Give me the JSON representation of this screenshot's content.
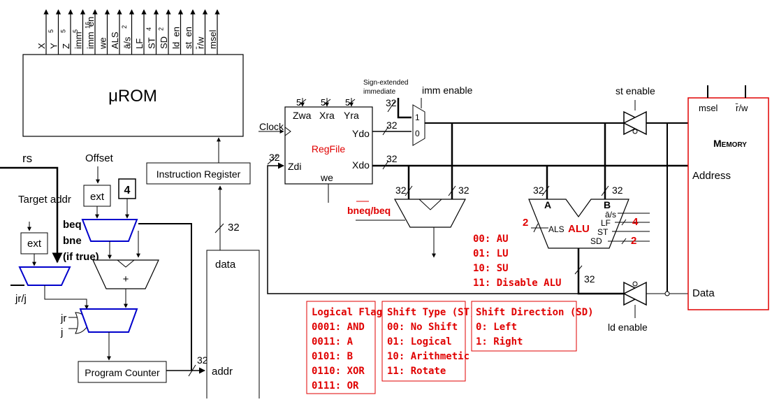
{
  "urom": {
    "title": "μROM",
    "signals": [
      "X",
      "Y",
      "Z",
      "imm",
      "imm_en",
      "we",
      "ALS",
      "ā/s",
      "LF",
      "ST",
      "SD",
      "ld_en",
      "st_en",
      "r̄/w",
      "msel"
    ],
    "widths": [
      "5",
      "5",
      "5",
      "16",
      "",
      "",
      "2",
      "",
      "4",
      "2",
      "",
      "",
      "",
      "",
      ""
    ]
  },
  "regfile": {
    "title": "RegFile",
    "ports": {
      "zwa": "Zwa",
      "xra": "Xra",
      "yra": "Yra",
      "ydo": "Ydo",
      "xdo": "Xdo",
      "zdi": "Zdi",
      "we": "we"
    },
    "clock": "Clock",
    "addr_width": "5",
    "bus_width": "32"
  },
  "imm": {
    "note_line1": "Sign-extended",
    "note_line2": "immediate",
    "enable": "imm enable",
    "mux_in1": "1",
    "mux_in0": "0"
  },
  "ir": {
    "label": "Instruction Register",
    "bus": "32"
  },
  "imem": {
    "data": "data",
    "addr": "addr",
    "addr_width": "32"
  },
  "pc": {
    "label": "Program Counter"
  },
  "branch": {
    "rs": "rs",
    "offset": "Offset",
    "target": "Target addr",
    "ext1": "ext",
    "ext2": "ext",
    "four": "4",
    "beq": "beq",
    "bne": "bne",
    "if_true": "(if true)",
    "plus": "+",
    "jr_j": "jr/j",
    "jr": "jr",
    "j": "j"
  },
  "comparator": {
    "label": "bneq/beq",
    "in_a": "32",
    "in_b": "32"
  },
  "alu": {
    "title": "ALU",
    "a": "A",
    "b": "B",
    "als": "ALS",
    "as": "ā/s",
    "lf": "LF",
    "st": "ST",
    "sd": "SD",
    "in_a": "32",
    "in_b": "32",
    "out": "32",
    "als_width": "2",
    "lf_width": "4",
    "sd_width": "2",
    "modes": [
      "00: AU",
      "01: LU",
      "10: SU",
      "11: Disable ALU"
    ]
  },
  "memory": {
    "title": "Memory",
    "msel": "msel",
    "rw": "r̄/w",
    "address": "Address",
    "data": "Data"
  },
  "buffers": {
    "st": "st enable",
    "ld": "ld enable"
  },
  "tables": {
    "logical": {
      "title": "Logical Flag",
      "rows": [
        "0001: AND",
        "0011: A",
        "0101: B",
        "0110: XOR",
        "0111: OR"
      ]
    },
    "shift_type": {
      "title": "Shift Type (ST)",
      "rows": [
        "00: No Shift",
        "01: Logical",
        "10: Arithmetic",
        "11: Rotate"
      ]
    },
    "shift_dir": {
      "title": "Shift Direction (SD)",
      "rows": [
        "0: Left",
        "1: Right"
      ]
    }
  },
  "colors": {
    "red": "#e00000",
    "blue": "#0000cc",
    "black": "#000000"
  }
}
